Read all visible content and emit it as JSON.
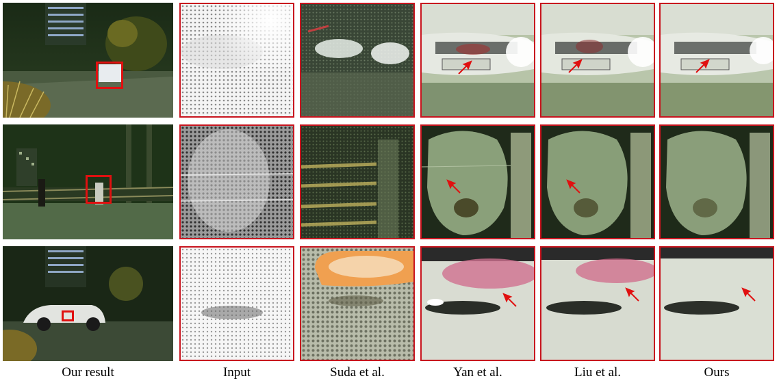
{
  "figure": {
    "captions": [
      "Our result",
      "Input",
      "Suda et al.",
      "Yan et al.",
      "Liu et al.",
      "Ours"
    ]
  },
  "rows": [
    {
      "id": "row1-car-front",
      "subject": "car-headlights"
    },
    {
      "id": "row2-person",
      "subject": "person-near-railing"
    },
    {
      "id": "row3-car-handle",
      "subject": "suv-door-handle"
    }
  ],
  "colors": {
    "crop_border": "#c8141e",
    "arrow": "#e01010",
    "night_green": "#1f3a18"
  }
}
